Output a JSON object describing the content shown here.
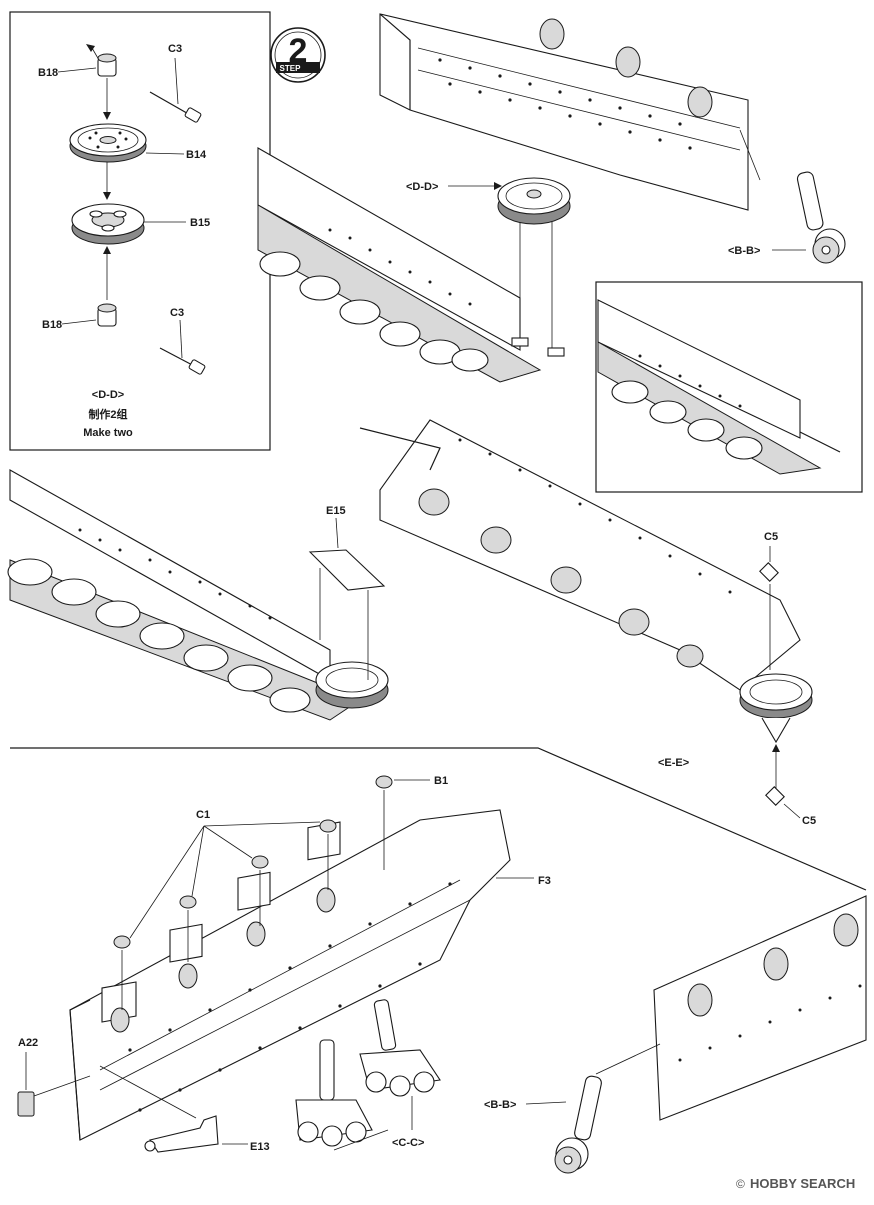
{
  "step": {
    "number": "2",
    "word": "STEP"
  },
  "inset_dd": {
    "labels": {
      "b18_top": "B18",
      "c3_top": "C3",
      "b14": "B14",
      "b15": "B15",
      "b18_bottom": "B18",
      "c3_bottom": "C3"
    },
    "caption_view": "<D-D>",
    "caption_cn": "制作2组",
    "caption_en": "Make two"
  },
  "top_assembly": {
    "view_dd": "<D-D>",
    "view_bb": "<B-B>"
  },
  "middle_assembly": {
    "e15": "E15",
    "c5_top": "C5",
    "view_ee": "<E-E>",
    "c5_bottom": "C5"
  },
  "bottom_assembly": {
    "c1": "C1",
    "b1": "B1",
    "f3": "F3",
    "a22": "A22",
    "e13": "E13",
    "view_cc": "<C-C>",
    "view_bb": "<B-B>"
  },
  "watermark": {
    "text": "HOBBY SEARCH",
    "copyright": "©"
  }
}
